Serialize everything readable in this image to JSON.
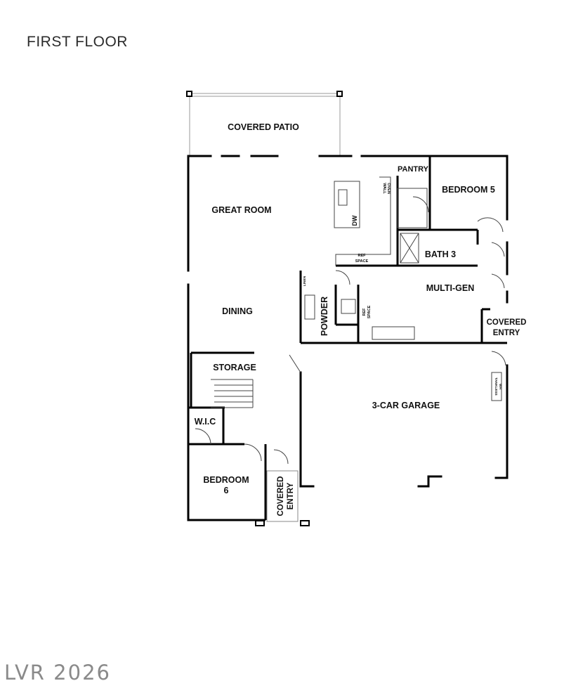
{
  "title": "FIRST FLOOR",
  "watermark": "LVR 2026",
  "rooms": {
    "covered_patio": "COVERED PATIO",
    "great_room": "GREAT ROOM",
    "pantry": "PANTRY",
    "bedroom_5": "BEDROOM 5",
    "bath_3": "BATH 3",
    "multi_gen": "MULTI-GEN",
    "dining": "DINING",
    "powder": "POWDER",
    "covered_entry_right_1": "COVERED",
    "covered_entry_right_2": "ENTRY",
    "storage": "STORAGE",
    "garage": "3-CAR GARAGE",
    "wic": "W.I.C",
    "bedroom_6_line1": "BEDROOM",
    "bedroom_6_line2": "6",
    "covered_entry_front_1": "COVERED",
    "covered_entry_front_2": "ENTRY"
  },
  "fixtures": {
    "dw": "DW",
    "wall_oven_1": "WALL",
    "wall_oven_2": "OVEN",
    "ref_space_kitchen_1": "REF",
    "ref_space_kitchen_2": "SPACE",
    "ref_space_multigen_1": "REF",
    "ref_space_multigen_2": "SPACE",
    "linen": "LINEN",
    "tankless_1": "TANKLESS",
    "tankless_2": "WH"
  }
}
